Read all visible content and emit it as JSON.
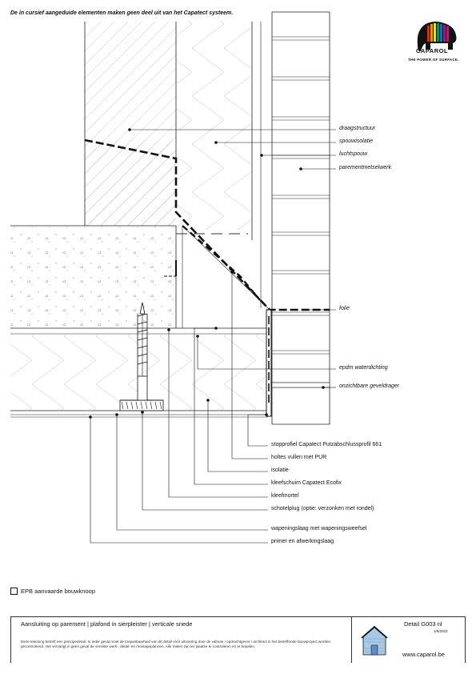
{
  "header": {
    "note": "De in cursief aangeduide elementen maken geen deel uit van het Capatect systeem."
  },
  "logo": {
    "brand": "CAPAROL",
    "tagline": "THE POWER OF SURFACE.",
    "colors": [
      "#e4262a",
      "#f39200",
      "#ffdd00",
      "#009a44",
      "#0075be",
      "#7b2d83",
      "#e5007e"
    ]
  },
  "labels_right": {
    "draagstructuur": "draagstructuur",
    "spouwisolatie": "spouwisolatie",
    "luchtspouw": "luchtspouw",
    "parementmetselwerk": "parementmetselwerk",
    "folie": "folie",
    "epdm": "epdm waterdichting",
    "geveldrager": "onzichtbare geveldrager"
  },
  "labels_bottom": [
    "stopprofiel Capatect Putzabschlussprofil 661",
    "holtes vullen met PUR",
    "isolatie",
    "kleefschuim Capatect Ecofix",
    "kleefmortel",
    "schotelplug (optie: verzonken met rondel)",
    "wapeningslaag met wapeningsweefsel",
    "primer en afwerkingslaag"
  ],
  "legend": {
    "label": "EPB aanvaarde bouwknoop"
  },
  "footer": {
    "title": "Aansluiting op parement | plafond in sierpleister | verticale snede",
    "description": "Deze tekening betreft een principedetail. In ieder geval moet de toepasbaarheid van dit detail vóór uitvoering door de valman / opdrachtgever / architect in het betreffende bouwproject worden gecontroleerd. Het vervangt in geen geval de vereiste werk-, detail- en montageplannen. Alle maten zijn ter plaatse te controleren en te bepalen.",
    "detail_code": "Detail G003 nl",
    "date": "1/6/2023",
    "website": "www.caparol.be"
  }
}
